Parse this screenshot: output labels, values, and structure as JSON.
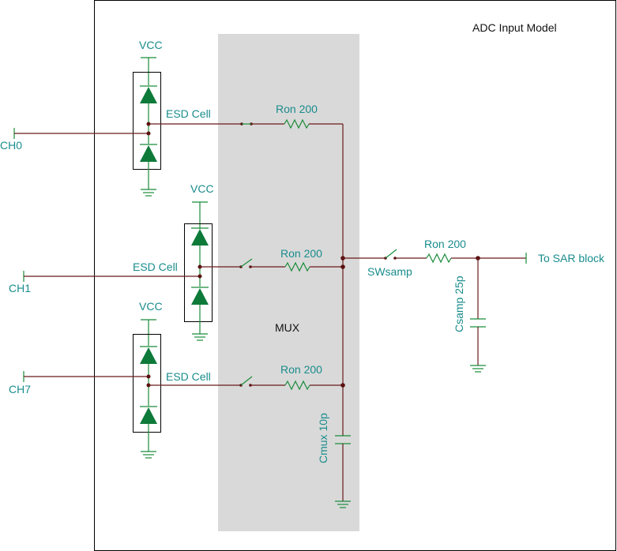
{
  "title": "ADC Input Model",
  "mux_label": "MUX",
  "channels": [
    {
      "name": "CH0",
      "vcc": "VCC",
      "esd": "ESD Cell",
      "ron": "Ron 200"
    },
    {
      "name": "CH1",
      "vcc": "VCC",
      "esd": "ESD Cell",
      "ron": "Ron 200"
    },
    {
      "name": "CH7",
      "vcc": "VCC",
      "esd": "ESD Cell",
      "ron": "Ron 200"
    }
  ],
  "cmux": "Cmux 10p",
  "swsamp": "SWsamp",
  "ron_out": "Ron 200",
  "csamp": "Csamp 25p",
  "output": "To SAR block",
  "colors": {
    "label": "#1a8c8c",
    "wire": "#6b1a1a",
    "component": "#1a8c3a",
    "mux_fill": "#d9d9d9"
  }
}
